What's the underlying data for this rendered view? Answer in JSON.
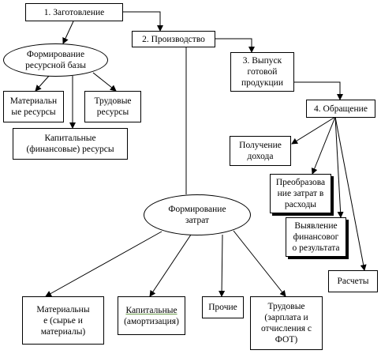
{
  "nodes": {
    "zagotovlenie": "1. Заготовление",
    "proizvodstvo": "2. Производство",
    "vypusk": "3. Выпуск\nготовой\nпродукции",
    "obrashchenie": "4. Обращение",
    "formirovanie_rb": "Формирование\nресурсной базы",
    "materialnye_resursy": "Материальн\nые ресурсы",
    "trudovye_resursy": "Трудовые\nресурсы",
    "kapitalnye_resursy": "Капитальные\n(финансовые) ресурсы",
    "poluchenie_dokhoda": "Получение\nдохода",
    "preobrazovanie": "Преобразова\nние затрат в\nрасходы",
    "vyyavlenie": "Выявление\nфинансовог\nо результата",
    "raschety": "Расчеты",
    "formirovanie_zatrat": "Формирование\nзатрат",
    "materialnye_zatraty": "Материальны\nе (сырье и\nматериалы)",
    "kapitalnye_label": "Капитальные",
    "kapitalnye_sub": "(амортизация)",
    "prochie": "Прочие",
    "trudovye_zatraty": "Трудовые\n(зарплата и\nотчисления с\nФОТ)"
  }
}
